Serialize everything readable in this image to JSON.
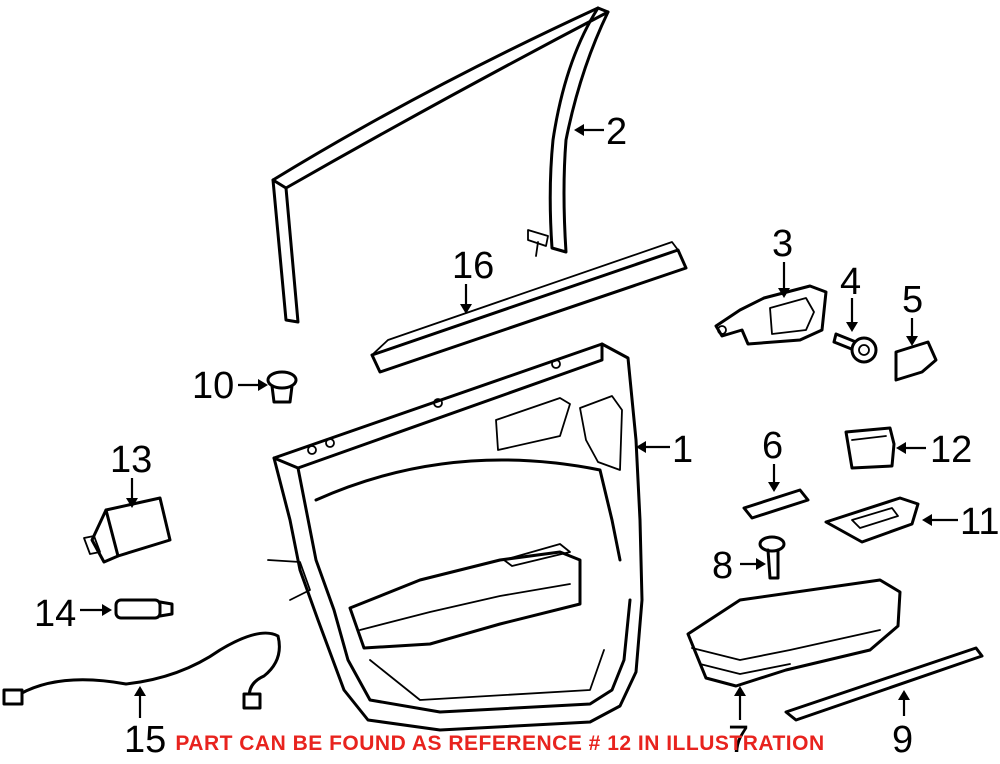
{
  "notice": "PART CAN BE FOUND AS REFERENCE # 12 IN ILLUSTRATION",
  "callouts": [
    "1",
    "2",
    "3",
    "4",
    "5",
    "6",
    "7",
    "8",
    "9",
    "10",
    "11",
    "12",
    "13",
    "14",
    "15",
    "16"
  ],
  "colors": {
    "line": "#000000",
    "notice": "#e8231e",
    "background": "#ffffff"
  }
}
